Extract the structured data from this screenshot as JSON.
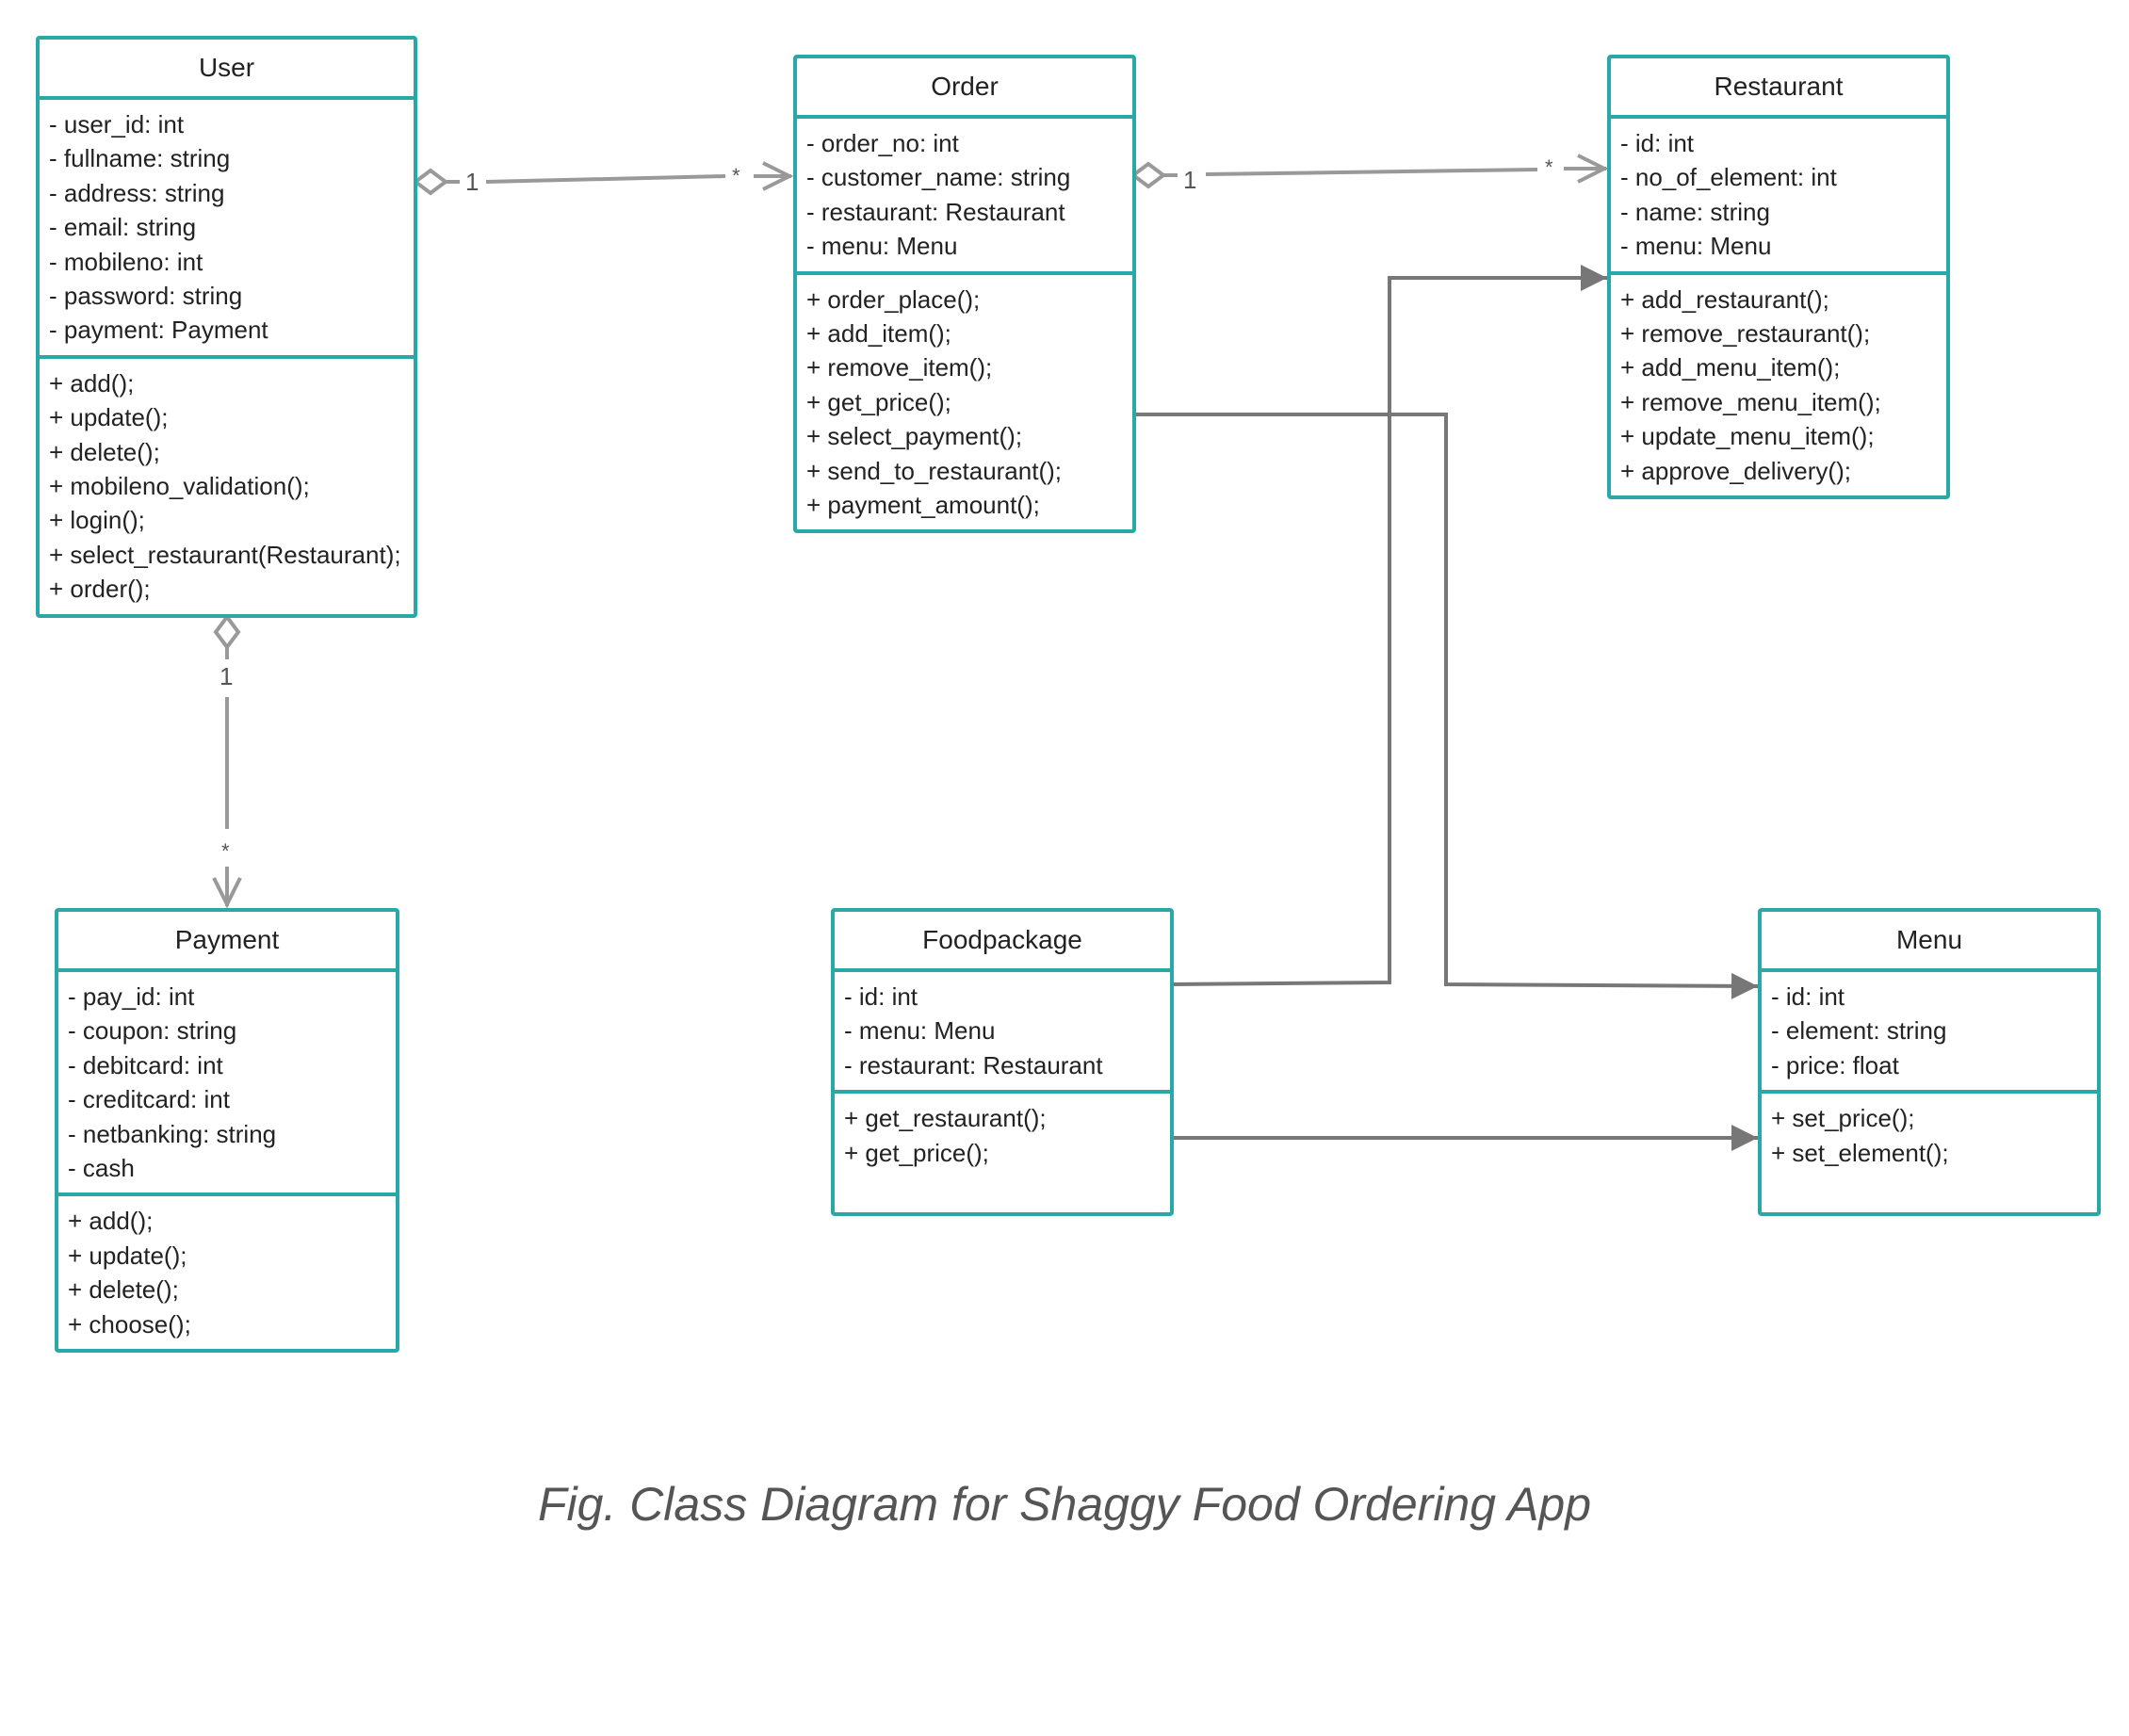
{
  "classes": {
    "user": {
      "name": "User",
      "attributes": [
        "- user_id: int",
        "- fullname: string",
        "- address: string",
        "- email: string",
        "- mobileno: int",
        "- password: string",
        "- payment: Payment"
      ],
      "operations": [
        "+ add();",
        "+ update();",
        "+ delete();",
        "+ mobileno_validation();",
        "+ login();",
        "+ select_restaurant(Restaurant);",
        "+ order();"
      ]
    },
    "order": {
      "name": "Order",
      "attributes": [
        "- order_no: int",
        "- customer_name: string",
        "- restaurant: Restaurant",
        "- menu: Menu"
      ],
      "operations": [
        "+ order_place();",
        "+ add_item();",
        "+ remove_item();",
        "+ get_price();",
        "+ select_payment();",
        "+ send_to_restaurant();",
        "+ payment_amount();"
      ]
    },
    "restaurant": {
      "name": "Restaurant",
      "attributes": [
        "- id: int",
        "- no_of_element: int",
        "- name: string",
        "- menu: Menu"
      ],
      "operations": [
        "+ add_restaurant();",
        "+ remove_restaurant();",
        "+ add_menu_item();",
        "+ remove_menu_item();",
        "+ update_menu_item();",
        "+ approve_delivery();"
      ]
    },
    "payment": {
      "name": "Payment",
      "attributes": [
        "- pay_id: int",
        "- coupon: string",
        "- debitcard: int",
        "- creditcard: int",
        "- netbanking: string",
        "- cash"
      ],
      "operations": [
        "+ add();",
        "+ update();",
        "+ delete();",
        "+ choose();"
      ]
    },
    "foodpackage": {
      "name": "Foodpackage",
      "attributes": [
        "- id: int",
        "- menu: Menu",
        "- restaurant: Restaurant"
      ],
      "operations": [
        "+ get_restaurant();",
        "+ get_price();"
      ]
    },
    "menu": {
      "name": "Menu",
      "attributes": [
        "- id: int",
        "- element: string",
        "- price: float"
      ],
      "operations": [
        "+ set_price();",
        "+ set_element();"
      ]
    }
  },
  "multiplicities": {
    "user_order_source": "1",
    "user_order_target": "*",
    "order_restaurant_source": "1",
    "order_restaurant_target": "*",
    "user_payment_source": "1",
    "user_payment_target": "*"
  },
  "caption": "Fig. Class Diagram for Shaggy Food Ordering App",
  "colors": {
    "class_border": "#2aa7a7",
    "connector": "#888888",
    "caption": "#555555"
  }
}
